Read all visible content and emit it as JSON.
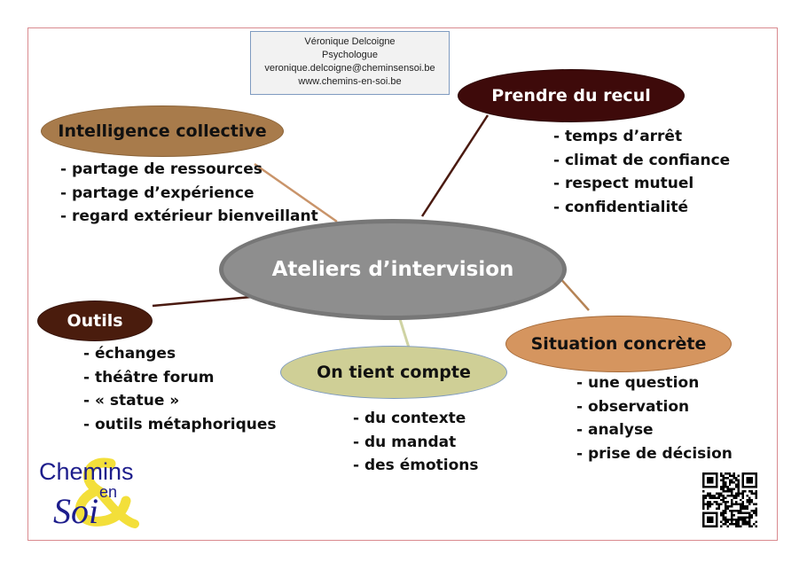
{
  "contact_card": {
    "name": "Véronique Delcoigne",
    "role": "Psychologue",
    "email": "veronique.delcoigne@cheminsensoi.be",
    "website": "www.chemins-en-soi.be"
  },
  "center_node": {
    "label": "Ateliers d’intervision",
    "color": "#8c8c8c"
  },
  "nodes": [
    {
      "id": "intelligence",
      "label": "Intelligence collective",
      "color": "#a87b4b",
      "text_color": "#111111",
      "items": [
        "partage de ressources",
        "partage d’expérience",
        "regard extérieur bienveillant"
      ]
    },
    {
      "id": "recul",
      "label": "Prendre du recul",
      "color": "#3e0a0a",
      "text_color": "#ffffff",
      "items": [
        "temps d’arrêt",
        "climat de confiance",
        "respect mutuel",
        "confidentialité"
      ]
    },
    {
      "id": "outils",
      "label": "Outils",
      "color": "#4a1c0d",
      "text_color": "#ffffff",
      "items": [
        "échanges",
        "théâtre forum",
        "« statue »",
        "outils métaphoriques"
      ]
    },
    {
      "id": "tient",
      "label": "On tient compte",
      "color": "#cfcf96",
      "text_color": "#111111",
      "items": [
        "du contexte",
        "du mandat",
        "des émotions"
      ]
    },
    {
      "id": "situation",
      "label": "Situation concrète",
      "color": "#d5955f",
      "text_color": "#111111",
      "items": [
        "une question",
        "observation",
        "analyse",
        "prise de décision"
      ]
    }
  ],
  "logo": {
    "line1": "Chemins",
    "line2": "en",
    "line3": "Soi"
  },
  "qr_code": {
    "icon": "qr-code-icon"
  }
}
